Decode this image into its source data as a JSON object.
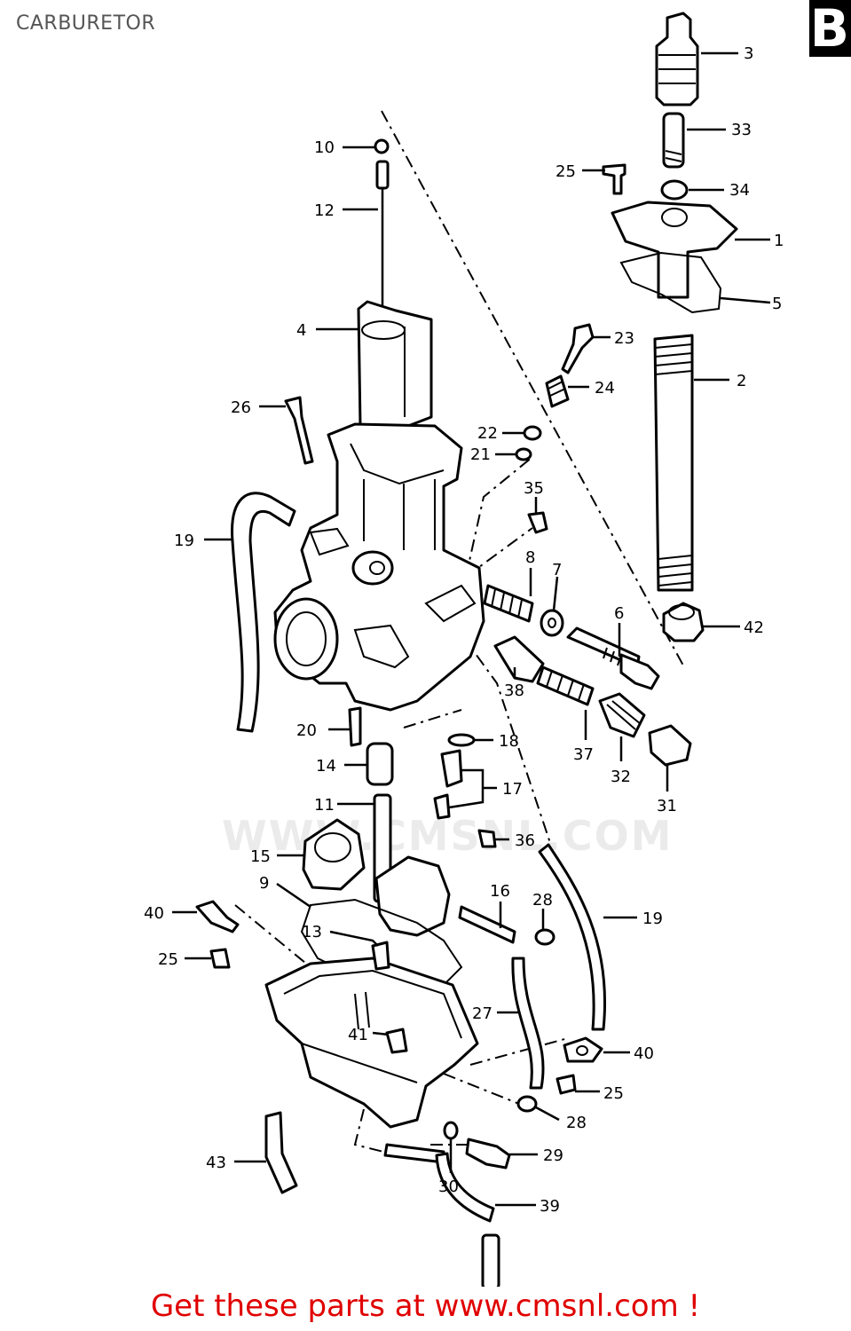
{
  "title": "CARBURETOR",
  "corner_mark": "B",
  "watermark": "WWW.CMSNL.COM",
  "footer_text": "Get these parts at www.cmsnl.com !",
  "colors": {
    "footer": "#e00000",
    "title": "#555555",
    "ink": "#000000"
  },
  "callouts": [
    {
      "id": "c3",
      "text": "3"
    },
    {
      "id": "c33",
      "text": "33"
    },
    {
      "id": "c25a",
      "text": "25"
    },
    {
      "id": "c34",
      "text": "34"
    },
    {
      "id": "c1",
      "text": "1"
    },
    {
      "id": "c5",
      "text": "5"
    },
    {
      "id": "c10",
      "text": "10"
    },
    {
      "id": "c12",
      "text": "12"
    },
    {
      "id": "c4",
      "text": "4"
    },
    {
      "id": "c23",
      "text": "23"
    },
    {
      "id": "c24",
      "text": "24"
    },
    {
      "id": "c2",
      "text": "2"
    },
    {
      "id": "c26",
      "text": "26"
    },
    {
      "id": "c22",
      "text": "22"
    },
    {
      "id": "c21",
      "text": "21"
    },
    {
      "id": "c35",
      "text": "35"
    },
    {
      "id": "c19a",
      "text": "19"
    },
    {
      "id": "c8",
      "text": "8"
    },
    {
      "id": "c7",
      "text": "7"
    },
    {
      "id": "c6",
      "text": "6"
    },
    {
      "id": "c42",
      "text": "42"
    },
    {
      "id": "c38",
      "text": "38"
    },
    {
      "id": "c37",
      "text": "37"
    },
    {
      "id": "c32",
      "text": "32"
    },
    {
      "id": "c31",
      "text": "31"
    },
    {
      "id": "c20",
      "text": "20"
    },
    {
      "id": "c18",
      "text": "18"
    },
    {
      "id": "c14",
      "text": "14"
    },
    {
      "id": "c17",
      "text": "17"
    },
    {
      "id": "c11",
      "text": "11"
    },
    {
      "id": "c36",
      "text": "36"
    },
    {
      "id": "c15",
      "text": "15"
    },
    {
      "id": "c9",
      "text": "9"
    },
    {
      "id": "c16",
      "text": "16"
    },
    {
      "id": "c28a",
      "text": "28"
    },
    {
      "id": "c19b",
      "text": "19"
    },
    {
      "id": "c40a",
      "text": "40"
    },
    {
      "id": "c13",
      "text": "13"
    },
    {
      "id": "c25b",
      "text": "25"
    },
    {
      "id": "c27",
      "text": "27"
    },
    {
      "id": "c41",
      "text": "41"
    },
    {
      "id": "c40b",
      "text": "40"
    },
    {
      "id": "c25c",
      "text": "25"
    },
    {
      "id": "c28b",
      "text": "28"
    },
    {
      "id": "c43",
      "text": "43"
    },
    {
      "id": "c29",
      "text": "29"
    },
    {
      "id": "c30",
      "text": "30"
    },
    {
      "id": "c39",
      "text": "39"
    }
  ]
}
